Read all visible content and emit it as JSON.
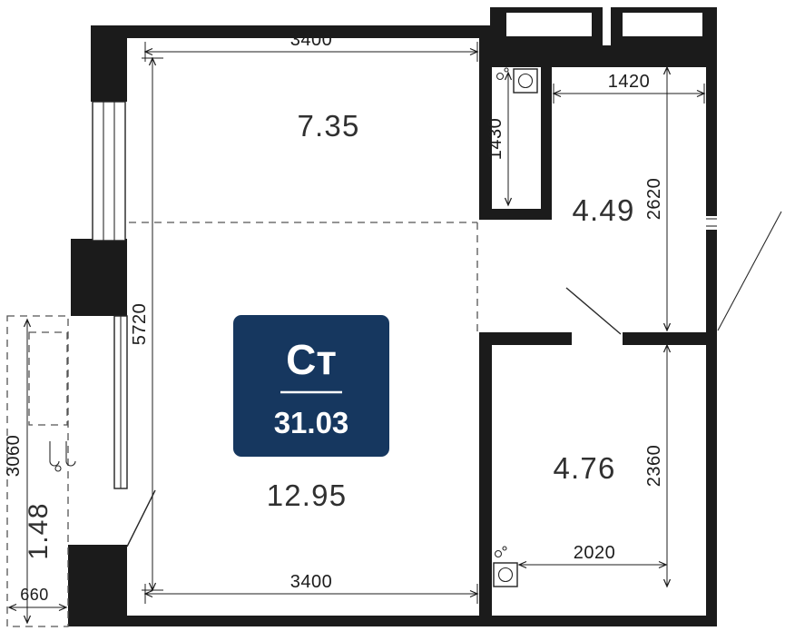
{
  "plan_type": "apartment-floor-plan",
  "badge": {
    "type_label": "Ст",
    "total_area": "31.03"
  },
  "areas": {
    "top_room": "7.35",
    "hall": "4.49",
    "bottom_right_room": "4.76",
    "main_room": "12.95",
    "balcony": "1.48"
  },
  "dimensions": {
    "top_width": "3400",
    "left_height": "5720",
    "niche_height": "1430",
    "hall_width": "1420",
    "hall_height": "2620",
    "bottom_right_height": "2360",
    "bottom_right_width": "2020",
    "bottom_width": "3400",
    "balcony_height": "3060",
    "balcony_width": "660"
  },
  "icons": {
    "washer_top": "washing-machine-icon",
    "washer_bottom": "washing-machine-icon",
    "balcony_fixture": "wall-hooks-icon"
  },
  "colors": {
    "wall": "#1b1b1b",
    "badge_bg": "#16375f",
    "badge_text": "#ffffff",
    "dim_text": "#1c1c1c",
    "area_text": "#303030"
  }
}
